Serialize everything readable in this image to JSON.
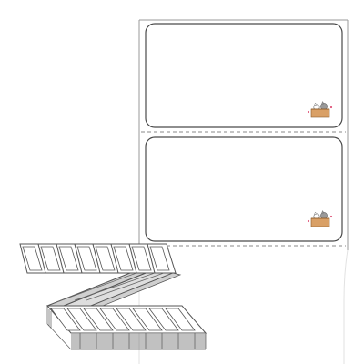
{
  "product": {
    "colors": {
      "label_stroke": "#4a4a4a",
      "sheet_stroke": "#9a9a9a",
      "perforation": "#8a8a8a",
      "fold_gray": "#d8d8d8",
      "stack_edge": "#5a5a5a",
      "box_fill": "#d9a066",
      "cat_fill": "#ffffff",
      "heart": "#e0567a"
    },
    "labels_visible": 2,
    "fanfold": {
      "top_panels": 8,
      "bottom_panels": 8,
      "stack_layers": 10
    },
    "icons": [
      "cat-in-box-icon",
      "heart-icon"
    ]
  }
}
